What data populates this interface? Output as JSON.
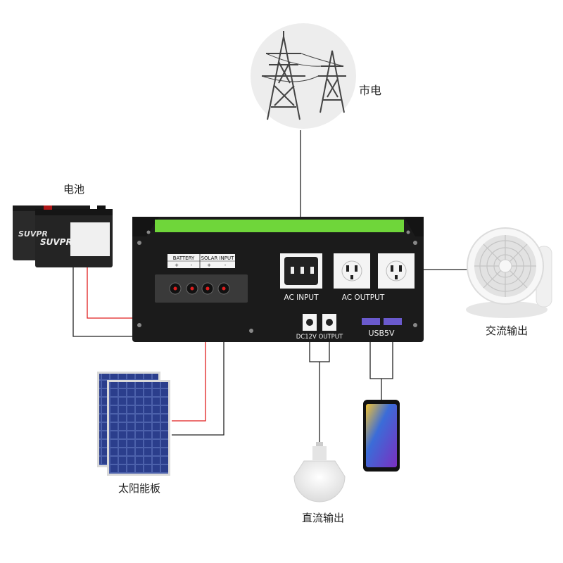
{
  "labels": {
    "grid": "市电",
    "battery": "电池",
    "solar": "太阳能板",
    "dc_output_device": "直流输出",
    "ac_output_device": "交流输出"
  },
  "panel": {
    "battery": "BATTERY",
    "solar_input": "SOLAR INPUT",
    "plus": "+",
    "minus": "-",
    "ac_input": "AC INPUT",
    "ac_output": "AC OUTPUT",
    "dc12v_output": "DC12V OUTPUT",
    "usb5v": "USB5V"
  },
  "battery_brand": "SUVPR",
  "colors": {
    "device_body": "#1b1b1b",
    "accent_green": "#6fd63a",
    "wire_red": "#e01e1e",
    "wire_black": "#222222",
    "solar_blue": "#2b3e8c"
  }
}
